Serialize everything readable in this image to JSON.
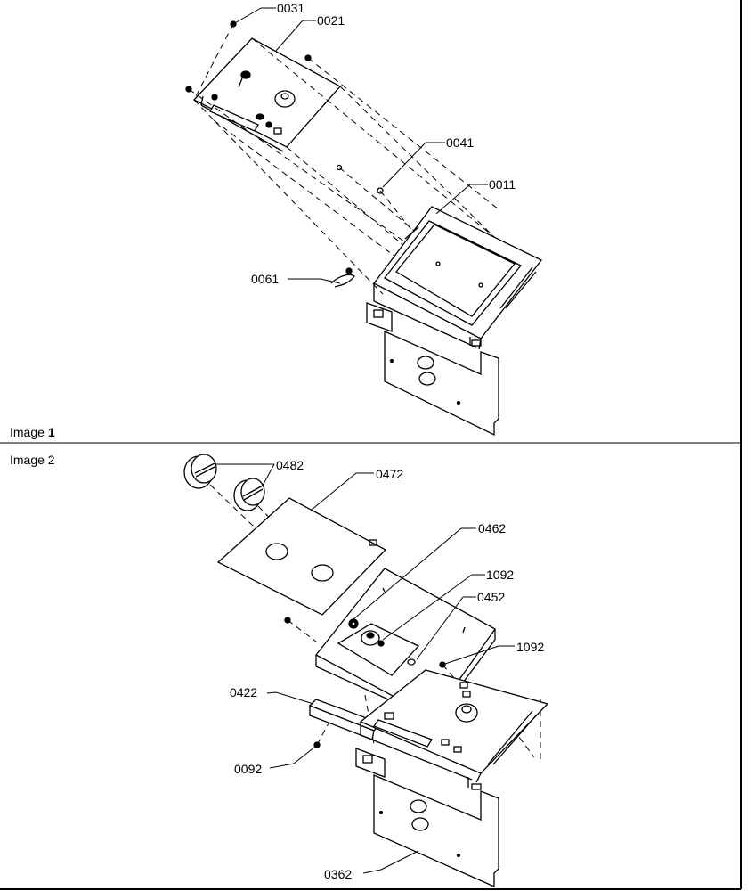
{
  "image1": {
    "caption_word": "Image",
    "caption_number": "1",
    "callouts": [
      "0031",
      "0021",
      "0041",
      "0011",
      "0061"
    ]
  },
  "image2": {
    "caption": "Image 2",
    "callouts": [
      "0482",
      "0472",
      "0462",
      "1092",
      "0452",
      "1092",
      "0422",
      "0092",
      "0362"
    ]
  }
}
